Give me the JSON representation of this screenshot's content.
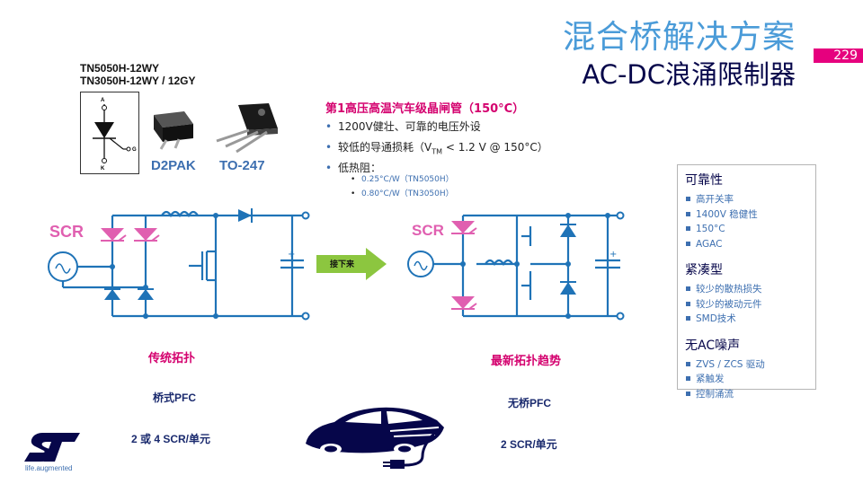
{
  "slide": {
    "title": "混合桥解决方案",
    "subtitle": "AC-DC浪涌限制器",
    "page_number": "229"
  },
  "parts": {
    "line1": "TN5050H-12WY",
    "line2": "TN3050H-12WY / 12GY"
  },
  "packages": {
    "pkg1": "D2PAK",
    "pkg2": "TO-247"
  },
  "symbol": {
    "anode": "A",
    "gate": "G",
    "cathode": "K"
  },
  "features": {
    "title": "第1高压高温汽车级晶闸管（150°C）",
    "items": [
      "1200V健壮、可靠的电压外设",
      "较低的导通损耗（VTM < 1.2 V @ 150°C）",
      "低热阻："
    ],
    "vtm_prefix": "较低的导通损耗（V",
    "vtm_sub": "TM",
    "vtm_suffix": " < 1.2 V @ 150°C）",
    "sub_items": [
      "0.25°C/W（TN5050H）",
      "0.80°C/W（TN3050H）"
    ]
  },
  "benefits": {
    "groups": [
      {
        "title": "可靠性",
        "items": [
          "高开关率",
          "1400V 稳健性",
          "150°C",
          "AGAC"
        ]
      },
      {
        "title": "紧凑型",
        "items": [
          "较少的散热损失",
          "较少的被动元件",
          "SMD技术"
        ]
      },
      {
        "title": "无AC噪声",
        "items": [
          "ZVS / ZCS 驱动",
          "紧触发",
          "控制涌流"
        ]
      }
    ]
  },
  "diagram": {
    "scr_label_left": "SCR",
    "scr_label_right": "SCR",
    "arrow_label": "接下来",
    "plus": "+"
  },
  "captions": {
    "left_title": "传统拓扑",
    "left_sub1": "桥式PFC",
    "left_sub2": "2 或 4 SCR/单元",
    "right_title": "最新拓扑趋势",
    "right_sub1": "无桥PFC",
    "right_sub2": "2 SCR/单元"
  },
  "logo": {
    "tagline": "life.augmented"
  },
  "colors": {
    "title_blue": "#4a9bd8",
    "navy": "#06064a",
    "magenta": "#e6007e",
    "circuit_blue": "#1f73b7",
    "scr_pink": "#e05fb0",
    "arrow_green": "#8cc63f"
  }
}
